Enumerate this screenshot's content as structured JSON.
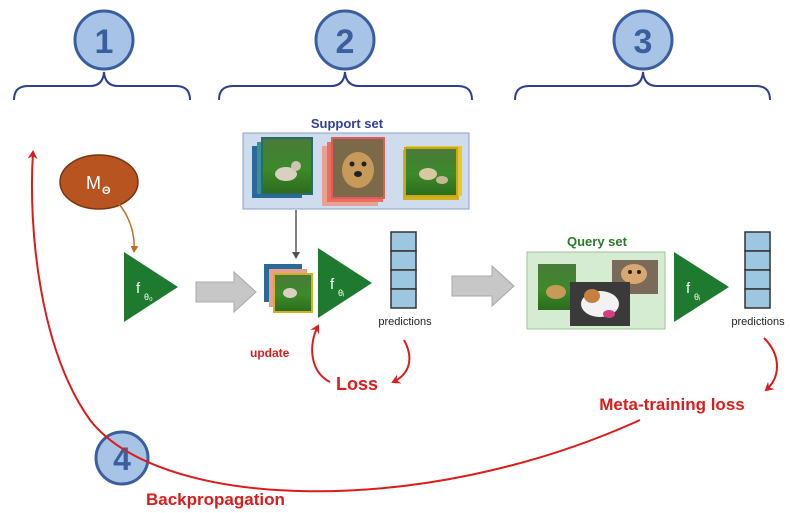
{
  "steps": [
    {
      "number": "1"
    },
    {
      "number": "2"
    },
    {
      "number": "3"
    },
    {
      "number": "4"
    }
  ],
  "meta_learner": {
    "label": "M",
    "subscript": "Θ"
  },
  "networks": [
    {
      "label": "f",
      "subscript": "θ₀"
    },
    {
      "label": "f",
      "subscript": "θᵢ"
    },
    {
      "label": "f",
      "subscript": "θᵢ"
    }
  ],
  "support_set": {
    "title": "Support set"
  },
  "query_set": {
    "title": "Query set"
  },
  "predictions_label": "predictions",
  "update_label": "update",
  "loss_label": "Loss",
  "meta_loss_label": "Meta-training loss",
  "backprop_label": "Backpropagation",
  "colors": {
    "step_circle_fill": "#a7c4e6",
    "step_circle_stroke": "#3b5f9e",
    "step_number": "#3b5f9e",
    "brace": "#2f3f8f",
    "network": "#1e7a2e",
    "meta_learner_fill": "#b85420",
    "arrow_red": "#dd1b1b",
    "support_bg": "#cfdcee",
    "query_bg": "#d5ecd2",
    "pred_cell": "#9dc6e0",
    "title_blue": "#2e3f9c",
    "title_green": "#2b7a2b",
    "gray_arrow": "#c7c7c7"
  }
}
